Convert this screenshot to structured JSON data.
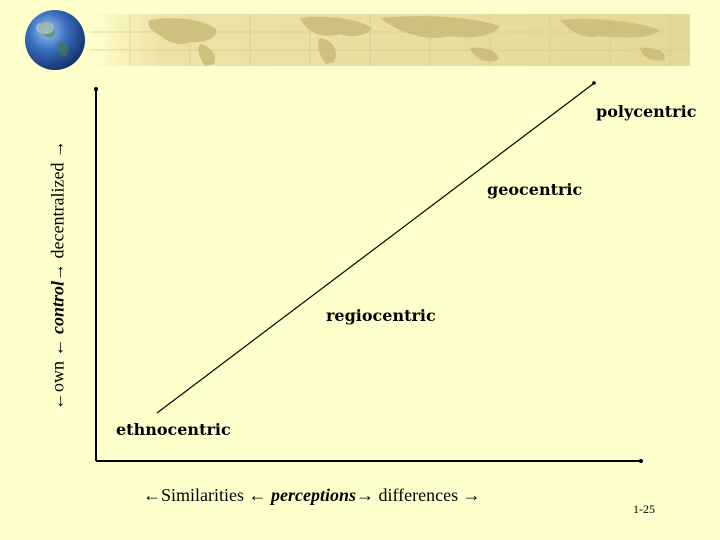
{
  "positions": {
    "ethnocentric": "ethnocentric",
    "regiocentric": "regiocentric",
    "geocentric": "geocentric",
    "polycentric": "polycentric"
  },
  "x_axis": {
    "left": "←Similarities ← ",
    "emphasis": "perceptions",
    "right": "→ differences →"
  },
  "y_axis": {
    "left": "←own ← ",
    "emphasis": "control",
    "right": "→ decentralized →"
  },
  "slide_number": "1-25",
  "colors": {
    "background": "#FFFFCC",
    "globe": "#2E5FA8",
    "map_band": "#E8DDA0",
    "map_land": "#C8B878"
  },
  "icons": [
    "globe-icon",
    "world-map-banner"
  ]
}
